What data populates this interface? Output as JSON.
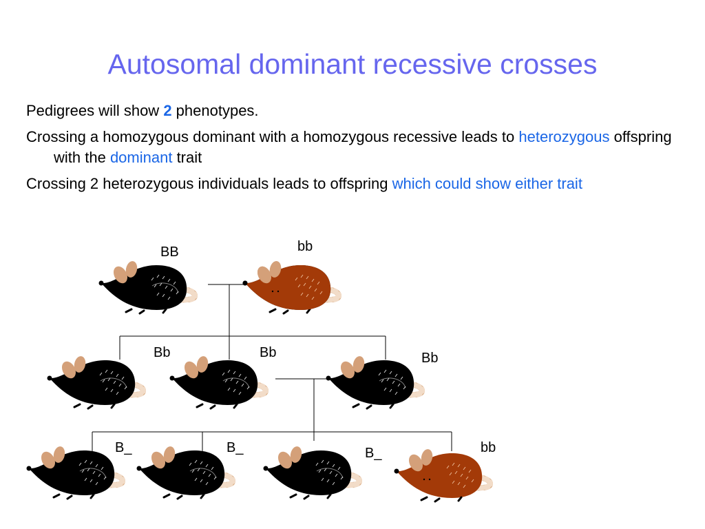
{
  "title": "Autosomal dominant recessive crosses",
  "bullet1": {
    "text": "Pedigrees will show ",
    "highlight": "2",
    "end": " phenotypes."
  },
  "bullet2": {
    "a": "Crossing a homozygous dominant with a homozygous recessive leads to ",
    "b": "heterozygous",
    "c": " offspring with the ",
    "d": "dominant",
    "e": " trait"
  },
  "bullet3": {
    "a": "Crossing 2 heterozygous individuals leads to offspring ",
    "b": "which could show either trait"
  },
  "colors": {
    "title": "#6666ee",
    "highlight": "#1a66e6",
    "dominant_mouse": "#000000",
    "recessive_mouse": "#a33a08",
    "ear": "#d4a079"
  },
  "pedigree": {
    "gen1": {
      "left_label": "BB",
      "right_label": "bb"
    },
    "gen2": {
      "label1": "Bb",
      "label2": "Bb",
      "label3": "Bb"
    },
    "gen3": {
      "label1": "B_",
      "label2": "B_",
      "label3": "B_",
      "label4": "bb"
    }
  }
}
